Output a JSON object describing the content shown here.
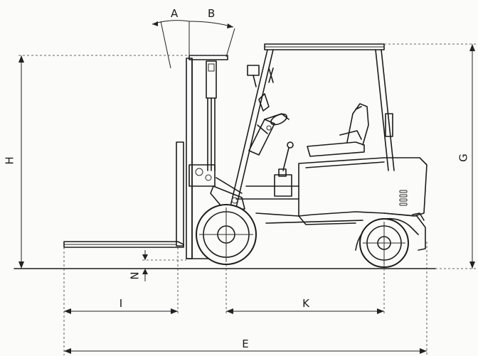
{
  "dimension_labels": {
    "a": "A",
    "b": "B",
    "h": "H",
    "g": "G",
    "n": "N",
    "i": "I",
    "k": "K",
    "e": "E"
  }
}
